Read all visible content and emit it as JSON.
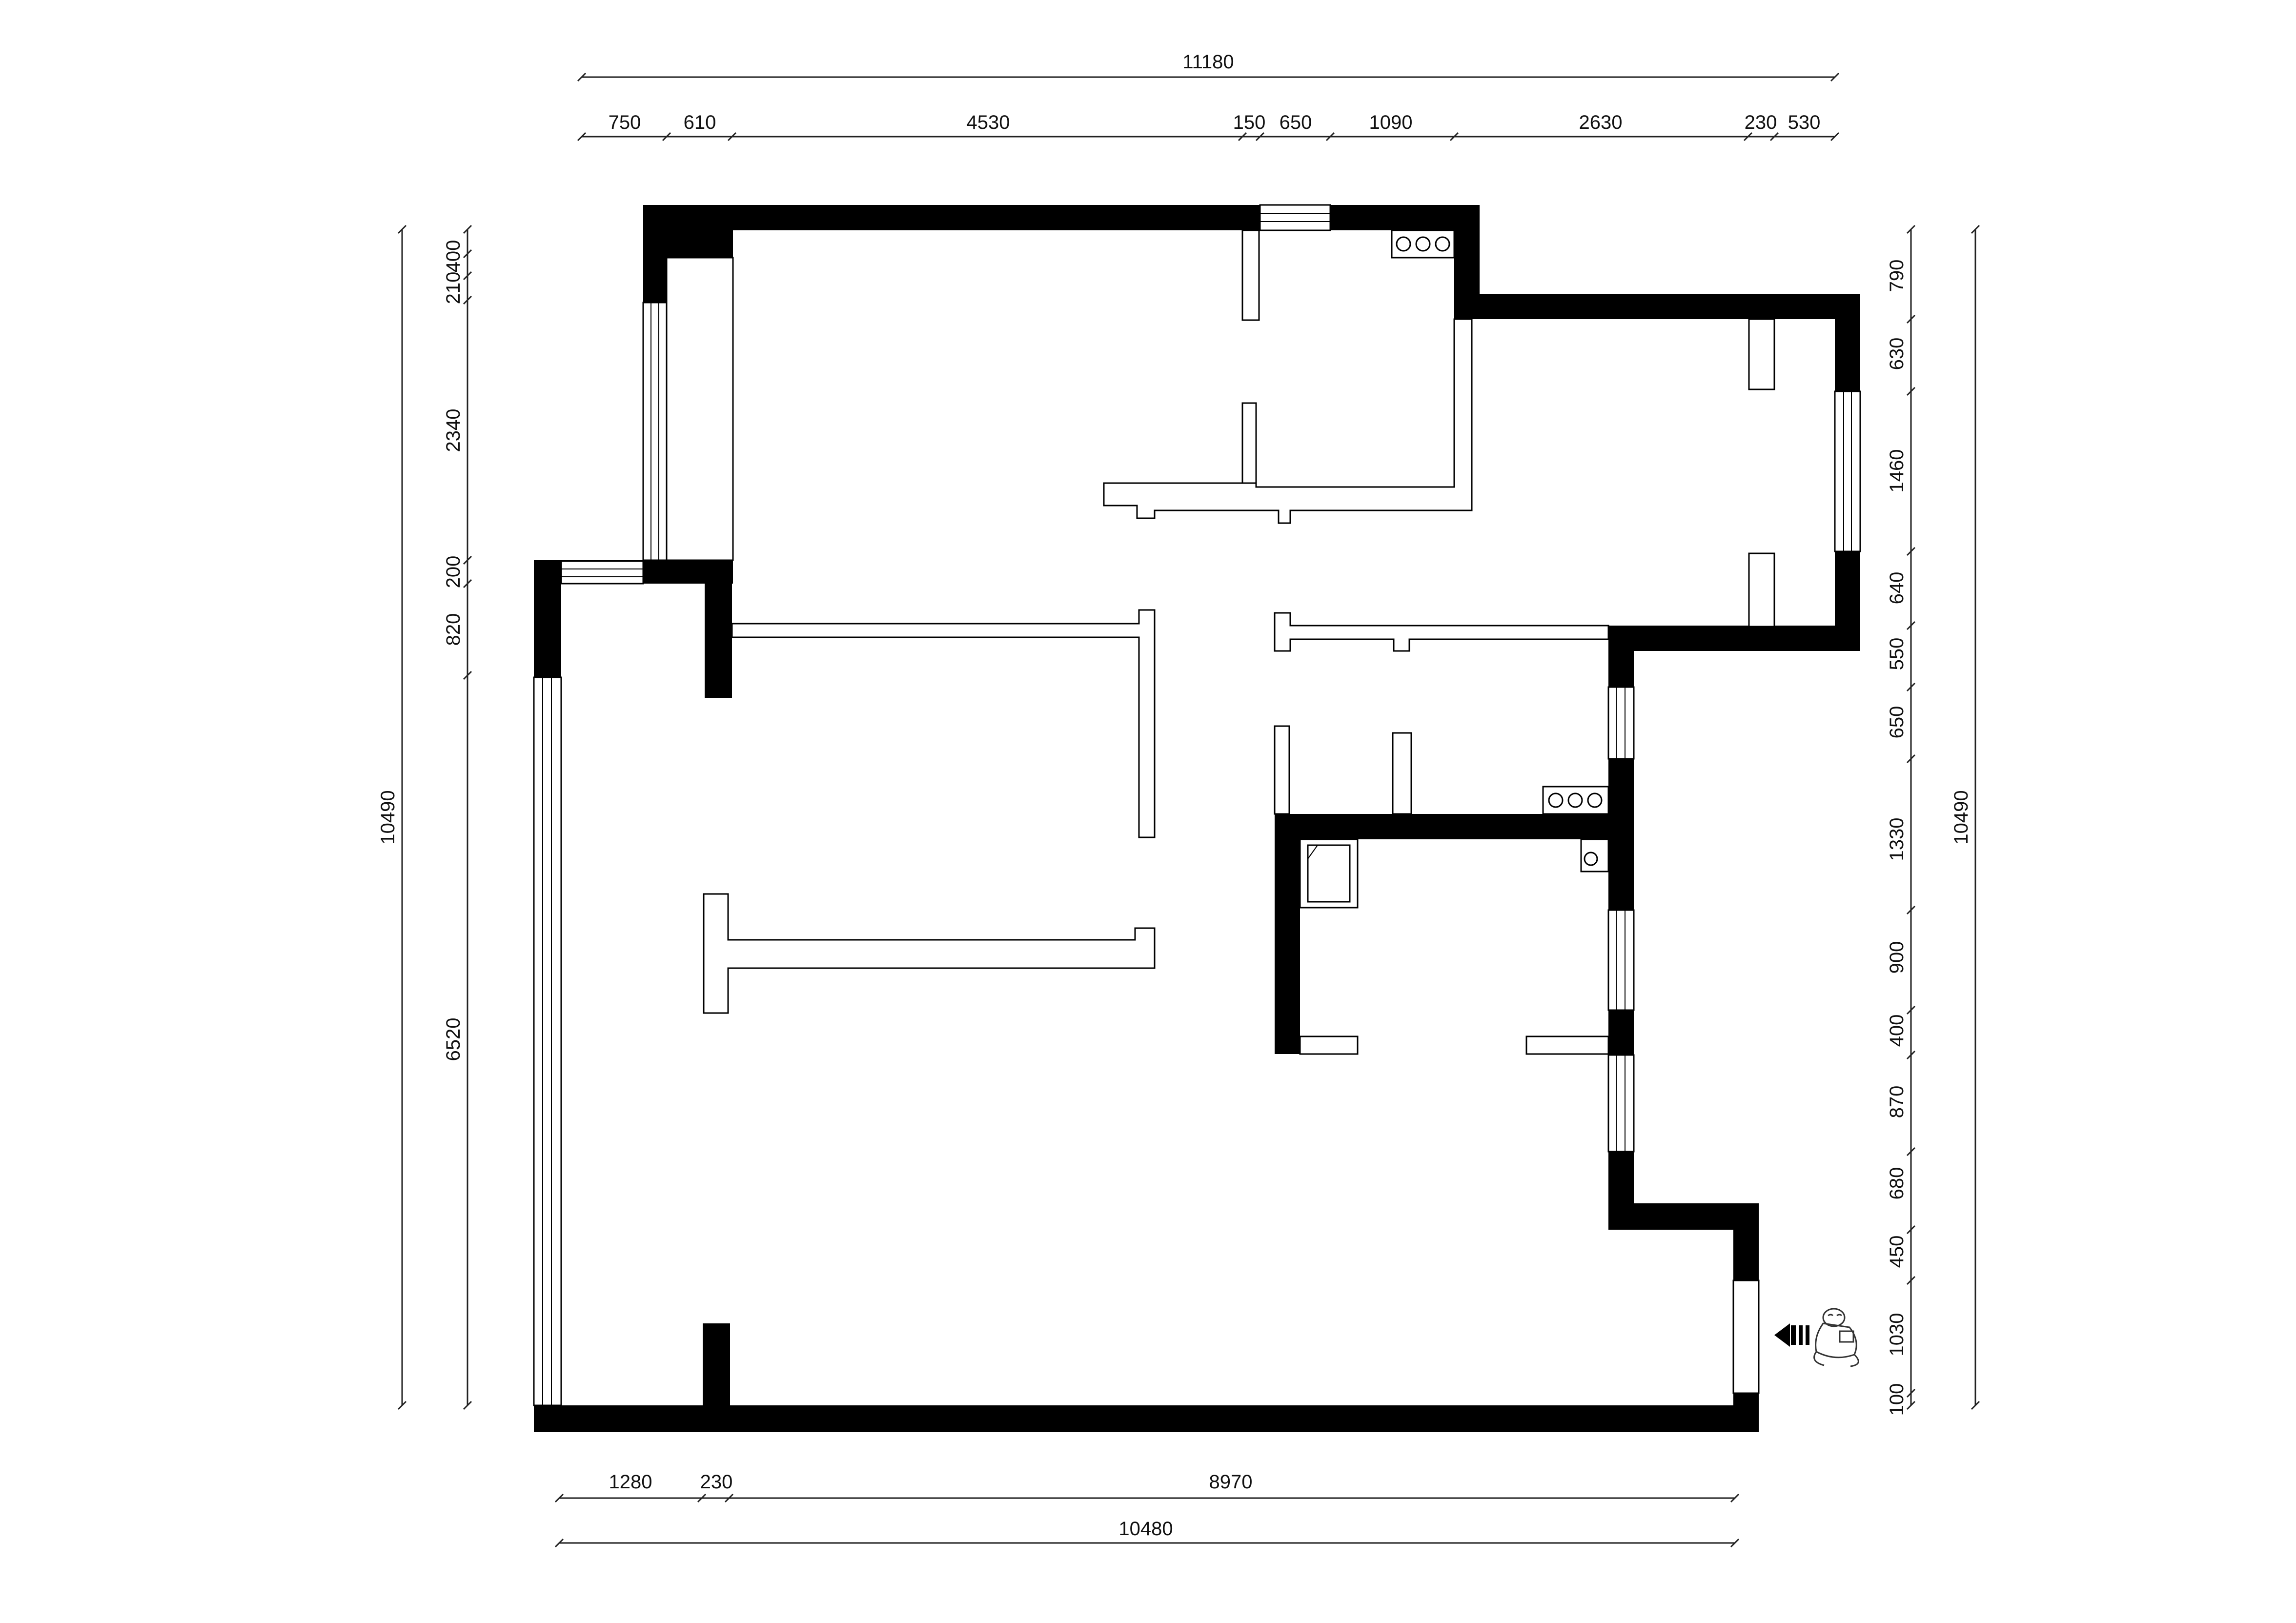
{
  "dimensions": {
    "top_total": "11180",
    "top_segments": [
      "750",
      "610",
      "4530",
      "150",
      "650",
      "1090",
      "2630",
      "230",
      "530"
    ],
    "bottom_segments": [
      "1280",
      "230",
      "8970"
    ],
    "bottom_total": "10480",
    "left_total": "10490",
    "left_segments": [
      "400",
      "210",
      "2340",
      "200",
      "820",
      "6520"
    ],
    "right_total": "10490",
    "right_segments": [
      "790",
      "630",
      "1460",
      "640",
      "550",
      "650",
      "1330",
      "900",
      "400",
      "870",
      "680",
      "450",
      "1030",
      "100"
    ]
  },
  "icons": {
    "entrance": "entrance-arrow-icon",
    "mascot": "mascot-figure-icon",
    "stove": "stove-burner-icon",
    "sink": "sink-icon",
    "toilet": "toilet-icon"
  },
  "colors": {
    "wall": "#000000",
    "background": "#ffffff"
  }
}
